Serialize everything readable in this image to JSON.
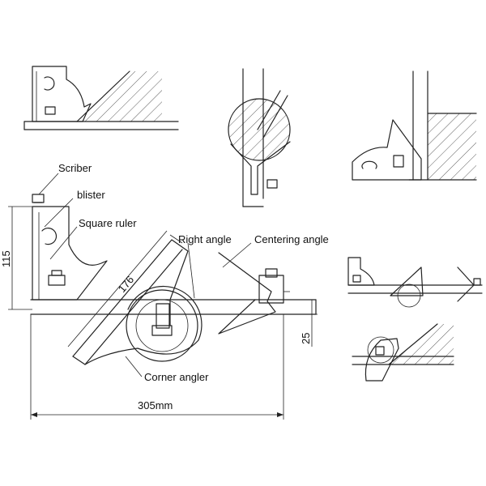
{
  "labels": {
    "scriber": "Scriber",
    "blister": "blister",
    "square_ruler": "Square ruler",
    "right_angle": "Right angle",
    "centering_angle": "Centering angle",
    "corner_angler": "Corner angler"
  },
  "dimensions": {
    "height": "115",
    "diagonal": "176",
    "offset": "25",
    "length": "305mm"
  }
}
